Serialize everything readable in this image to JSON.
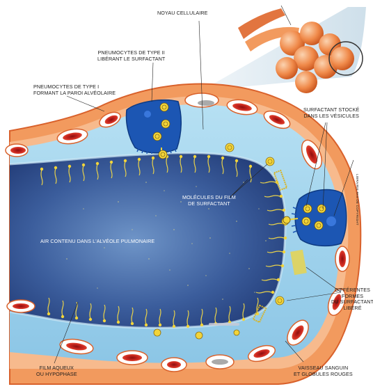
{
  "labels": {
    "noyau": "NOYAU CELLULAIRE",
    "type2_line1": "PNEUMOCYTES DE TYPE II",
    "type2_line2": "LIBÉRANT LE SURFACTANT",
    "type1_line1": "PNEUMOCYTES DE TYPE I",
    "type1_line2": "FORMANT LA PAROI ALVÉOLAIRE",
    "stocke_line1": "SURFACTANT STOCKÉ",
    "stocke_line2": "DANS LES VÉSICULES",
    "molecules_line1": "MOLÉCULES DU FILM",
    "molecules_line2": "DE SURFACTANT",
    "air": "AIR CONTENU DANS L'ALVÉOLE PULMONAIRE",
    "formes_line1": "DIFFÉRENTES",
    "formes_line2": "FORMES",
    "formes_line3": "DU SURFACTANT",
    "formes_line4": "LIBÉRÉ",
    "film_line1": "FILM AQUEUX",
    "film_line2": "OU HYPOPHASE",
    "vaisseau_line1": "VAISSEAU SANGUIN",
    "vaisseau_line2": "ET GLOBULES ROUGES",
    "credit": "LIBRAIRIE PAS DE COPYRIGHT"
  },
  "colors": {
    "tissue": "#f29a5e",
    "tissue_dark": "#d9612b",
    "tissue_light": "#f8c79c",
    "blood": "#c71f1c",
    "hypophase": "#9fd3ec",
    "air_dark": "#1f3d78",
    "air_light": "#6f95c8",
    "type2_cell": "#1c56b3",
    "vesicle": "#f2d43a",
    "molecule": "#ead34a"
  }
}
